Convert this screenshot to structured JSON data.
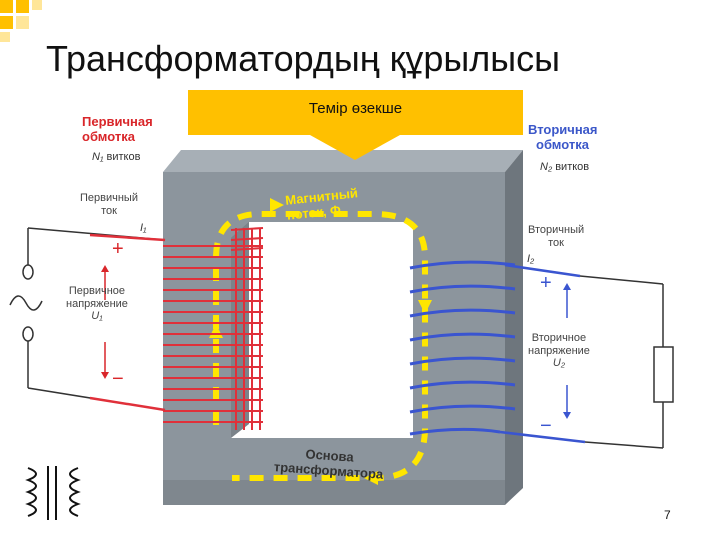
{
  "slide": {
    "title": "Трансформатордың құрылысы",
    "callout": "Темір өзекше",
    "page_number": "7"
  },
  "diagram": {
    "primary_winding": {
      "line1": "Первичная",
      "line2": "обмотка",
      "symbol": "N₁",
      "unit": "витков"
    },
    "secondary_winding": {
      "line1": "Вторичная",
      "line2": "обмотка",
      "symbol": "N₂",
      "unit": "витков"
    },
    "primary_current": {
      "line1": "Первичный",
      "line2": "ток",
      "symbol": "I₁"
    },
    "secondary_current": {
      "line1": "Вторичный",
      "line2": "ток",
      "symbol": "I₂"
    },
    "primary_voltage": {
      "line1": "Первичное",
      "line2": "напряжение",
      "symbol": "U₁"
    },
    "secondary_voltage": {
      "line1": "Вторичное",
      "line2": "напряжение",
      "symbol": "U₂"
    },
    "magnetic_flux": {
      "line1": "Магнитный",
      "line2": "поток, Φ"
    },
    "core": {
      "line1": "Основа",
      "line2": "трансформатора"
    },
    "plus": "+",
    "minus": "−"
  },
  "colors": {
    "accent": "#ffc000",
    "primary_coil": "#e0303a",
    "secondary_coil": "#3a55d0",
    "core_face": "#8c959d",
    "flux": "#ffe600"
  }
}
